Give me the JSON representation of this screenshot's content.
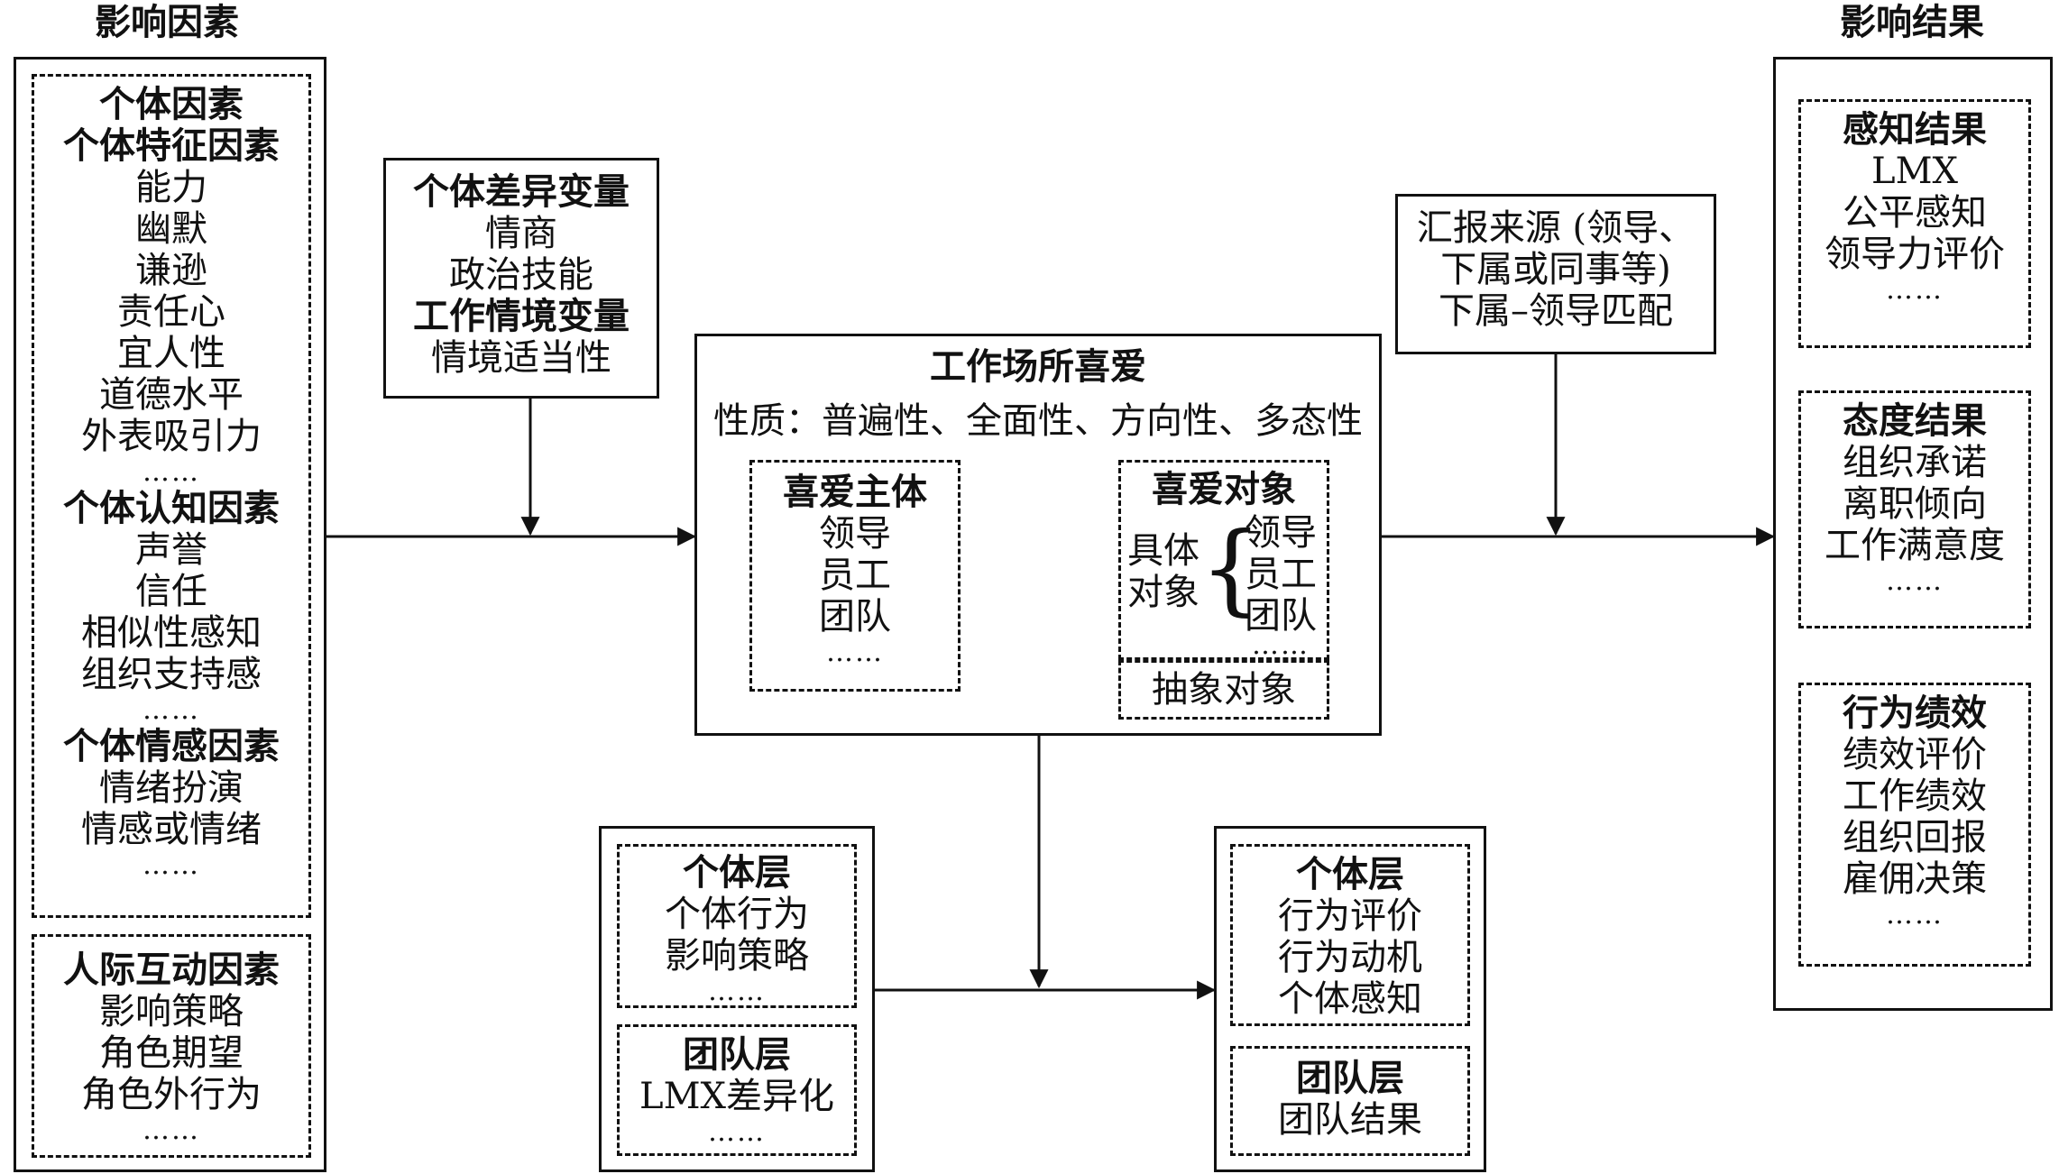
{
  "headers": {
    "left": "影响因素",
    "right": "影响结果"
  },
  "factors": {
    "individual": {
      "title1": "个体因素",
      "title2": "个体特征因素",
      "traits": [
        "能力",
        "幽默",
        "谦逊",
        "责任心",
        "宜人性",
        "道德水平",
        "外表吸引力"
      ],
      "cognitive_title": "个体认知因素",
      "cognitive": [
        "声誉",
        "信任",
        "相似性感知",
        "组织支持感"
      ],
      "emotional_title": "个体情感因素",
      "emotional": [
        "情绪扮演",
        "情感或情绪"
      ]
    },
    "interpersonal": {
      "title": "人际互动因素",
      "items": [
        "影响策略",
        "角色期望",
        "角色外行为"
      ]
    },
    "ellipsis": "……"
  },
  "moderators": {
    "title1": "个体差异变量",
    "items1": [
      "情商",
      "政治技能"
    ],
    "title2": "工作情境变量",
    "items2": [
      "情境适当性"
    ]
  },
  "report_source": {
    "lines": [
      "汇报来源 (领导、",
      "下属或同事等)",
      "下属–领导匹配"
    ]
  },
  "workplace_liking": {
    "title": "工作场所喜爱",
    "nature": "性质：普遍性、全面性、方向性、多态性",
    "subject": {
      "title": "喜爱主体",
      "items": [
        "领导",
        "员工",
        "团队"
      ]
    },
    "object": {
      "title": "喜爱对象",
      "concrete_label": [
        "具体",
        "对象"
      ],
      "concrete_items": [
        "领导",
        "员工",
        "团队"
      ],
      "brace": "{",
      "abstract": "抽象对象"
    }
  },
  "bottom_left": {
    "individual": {
      "title": "个体层",
      "items": [
        "个体行为",
        "影响策略"
      ]
    },
    "team": {
      "title": "团队层",
      "items": [
        "LMX差异化"
      ]
    }
  },
  "bottom_right": {
    "individual": {
      "title": "个体层",
      "items": [
        "行为评价",
        "行为动机",
        "个体感知"
      ]
    },
    "team": {
      "title": "团队层",
      "items": [
        "团队结果"
      ]
    }
  },
  "outcomes": {
    "perception": {
      "title": "感知结果",
      "items": [
        "LMX",
        "公平感知",
        "领导力评价"
      ]
    },
    "attitude": {
      "title": "态度结果",
      "items": [
        "组织承诺",
        "离职倾向",
        "工作满意度"
      ]
    },
    "behavior": {
      "title": "行为绩效",
      "items": [
        "绩效评价",
        "工作绩效",
        "组织回报",
        "雇佣决策"
      ]
    }
  }
}
